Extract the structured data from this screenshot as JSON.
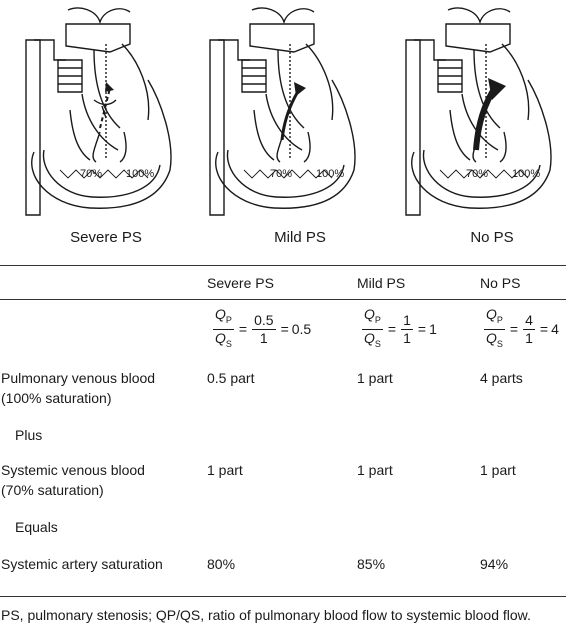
{
  "diagrams": [
    {
      "caption": "Severe PS",
      "low_sat": "70%",
      "high_sat": "100%",
      "flow": "severe"
    },
    {
      "caption": "Mild PS",
      "low_sat": "70%",
      "high_sat": "100%",
      "flow": "mild"
    },
    {
      "caption": "No PS",
      "low_sat": "70%",
      "high_sat": "100%",
      "flow": "none"
    }
  ],
  "table": {
    "columns": [
      "Severe PS",
      "Mild PS",
      "No PS"
    ],
    "ratio_symbol_num": "Q",
    "ratio_sub_num": "P",
    "ratio_symbol_den": "Q",
    "ratio_sub_den": "S",
    "ratios": [
      {
        "num": "0.5",
        "den": "1",
        "result": "0.5"
      },
      {
        "num": "1",
        "den": "1",
        "result": "1"
      },
      {
        "num": "4",
        "den": "1",
        "result": "4"
      }
    ],
    "rows": [
      {
        "label_line1": "Pulmonary venous blood",
        "label_line2": "(100% saturation)",
        "values": [
          "0.5 part",
          "1 part",
          "4 parts"
        ]
      },
      {
        "label_line1": "Plus"
      },
      {
        "label_line1": "Systemic venous blood",
        "label_line2": "(70% saturation)",
        "values": [
          "1 part",
          "1 part",
          "1 part"
        ]
      },
      {
        "label_line1": "Equals"
      },
      {
        "label_line1": "Systemic artery saturation",
        "values": [
          "80%",
          "85%",
          "94%"
        ]
      }
    ]
  },
  "footnote": "PS, pulmonary stenosis; QP/QS, ratio of pulmonary blood flow to systemic blood flow."
}
